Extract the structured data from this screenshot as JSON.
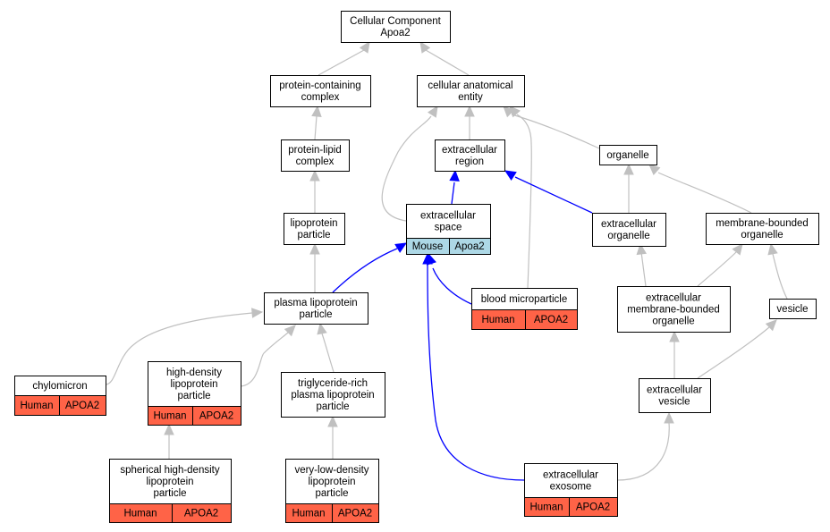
{
  "colors": {
    "human_annotation": "#ff6347",
    "mouse_annotation": "#add8e6",
    "is_a_edge": "#c0c0c0",
    "annotation_edge": "#0000ff"
  },
  "nodes": {
    "root": {
      "lines": [
        "Cellular Component",
        "Apoa2"
      ]
    },
    "protein_containing_complex": {
      "lines": [
        "protein-containing",
        "complex"
      ]
    },
    "cellular_anatomical_entity": {
      "lines": [
        "cellular anatomical",
        "entity"
      ]
    },
    "protein_lipid_complex": {
      "lines": [
        "protein-lipid",
        "complex"
      ]
    },
    "extracellular_region": {
      "lines": [
        "extracellular",
        "region"
      ]
    },
    "organelle": {
      "lines": [
        "organelle"
      ]
    },
    "lipoprotein_particle": {
      "lines": [
        "lipoprotein",
        "particle"
      ]
    },
    "extracellular_space": {
      "lines": [
        "extracellular",
        "space"
      ],
      "annotation": [
        "Mouse",
        "Apoa2"
      ]
    },
    "extracellular_organelle": {
      "lines": [
        "extracellular",
        "organelle"
      ]
    },
    "membrane_bounded_organelle": {
      "lines": [
        "membrane-bounded",
        "organelle"
      ]
    },
    "plasma_lipoprotein_particle": {
      "lines": [
        "plasma lipoprotein",
        "particle"
      ]
    },
    "blood_microparticle": {
      "lines": [
        "blood microparticle"
      ],
      "annotation": [
        "Human",
        "APOA2"
      ]
    },
    "extracellular_membrane_bounded_organelle": {
      "lines": [
        "extracellular",
        "membrane-bounded",
        "organelle"
      ]
    },
    "vesicle": {
      "lines": [
        "vesicle"
      ]
    },
    "chylomicron": {
      "lines": [
        "chylomicron"
      ],
      "annotation": [
        "Human",
        "APOA2"
      ]
    },
    "high_density_lipoprotein_particle": {
      "lines": [
        "high-density",
        "lipoprotein",
        "particle"
      ],
      "annotation": [
        "Human",
        "APOA2"
      ]
    },
    "triglyceride_rich_plasma_lipoprotein_particle": {
      "lines": [
        "triglyceride-rich",
        "plasma lipoprotein",
        "particle"
      ]
    },
    "extracellular_vesicle": {
      "lines": [
        "extracellular",
        "vesicle"
      ]
    },
    "spherical_high_density_lipoprotein_particle": {
      "lines": [
        "spherical high-density",
        "lipoprotein",
        "particle"
      ],
      "annotation": [
        "Human",
        "APOA2"
      ]
    },
    "very_low_density_lipoprotein_particle": {
      "lines": [
        "very-low-density",
        "lipoprotein",
        "particle"
      ],
      "annotation": [
        "Human",
        "APOA2"
      ]
    },
    "extracellular_exosome": {
      "lines": [
        "extracellular",
        "exosome"
      ],
      "annotation": [
        "Human",
        "APOA2"
      ]
    }
  },
  "edges": [
    {
      "from": "protein_containing_complex",
      "to": "root",
      "kind": "is_a"
    },
    {
      "from": "cellular_anatomical_entity",
      "to": "root",
      "kind": "is_a"
    },
    {
      "from": "protein_lipid_complex",
      "to": "protein_containing_complex",
      "kind": "is_a"
    },
    {
      "from": "extracellular_region",
      "to": "cellular_anatomical_entity",
      "kind": "is_a"
    },
    {
      "from": "organelle",
      "to": "cellular_anatomical_entity",
      "kind": "is_a"
    },
    {
      "from": "extracellular_space",
      "to": "cellular_anatomical_entity",
      "kind": "is_a"
    },
    {
      "from": "blood_microparticle",
      "to": "cellular_anatomical_entity",
      "kind": "is_a"
    },
    {
      "from": "lipoprotein_particle",
      "to": "protein_lipid_complex",
      "kind": "is_a"
    },
    {
      "from": "extracellular_space",
      "to": "extracellular_region",
      "kind": "annotation"
    },
    {
      "from": "extracellular_organelle",
      "to": "extracellular_region",
      "kind": "annotation"
    },
    {
      "from": "extracellular_organelle",
      "to": "organelle",
      "kind": "is_a"
    },
    {
      "from": "membrane_bounded_organelle",
      "to": "organelle",
      "kind": "is_a"
    },
    {
      "from": "plasma_lipoprotein_particle",
      "to": "lipoprotein_particle",
      "kind": "is_a"
    },
    {
      "from": "plasma_lipoprotein_particle",
      "to": "extracellular_space",
      "kind": "annotation"
    },
    {
      "from": "blood_microparticle",
      "to": "extracellular_space",
      "kind": "annotation"
    },
    {
      "from": "extracellular_exosome",
      "to": "extracellular_space",
      "kind": "annotation"
    },
    {
      "from": "extracellular_membrane_bounded_organelle",
      "to": "extracellular_organelle",
      "kind": "is_a"
    },
    {
      "from": "extracellular_membrane_bounded_organelle",
      "to": "membrane_bounded_organelle",
      "kind": "is_a"
    },
    {
      "from": "vesicle",
      "to": "membrane_bounded_organelle",
      "kind": "is_a"
    },
    {
      "from": "chylomicron",
      "to": "plasma_lipoprotein_particle",
      "kind": "is_a"
    },
    {
      "from": "high_density_lipoprotein_particle",
      "to": "plasma_lipoprotein_particle",
      "kind": "is_a"
    },
    {
      "from": "triglyceride_rich_plasma_lipoprotein_particle",
      "to": "plasma_lipoprotein_particle",
      "kind": "is_a"
    },
    {
      "from": "extracellular_vesicle",
      "to": "extracellular_membrane_bounded_organelle",
      "kind": "is_a"
    },
    {
      "from": "extracellular_vesicle",
      "to": "vesicle",
      "kind": "is_a"
    },
    {
      "from": "spherical_high_density_lipoprotein_particle",
      "to": "high_density_lipoprotein_particle",
      "kind": "is_a"
    },
    {
      "from": "very_low_density_lipoprotein_particle",
      "to": "triglyceride_rich_plasma_lipoprotein_particle",
      "kind": "is_a"
    },
    {
      "from": "extracellular_exosome",
      "to": "extracellular_vesicle",
      "kind": "is_a"
    }
  ]
}
